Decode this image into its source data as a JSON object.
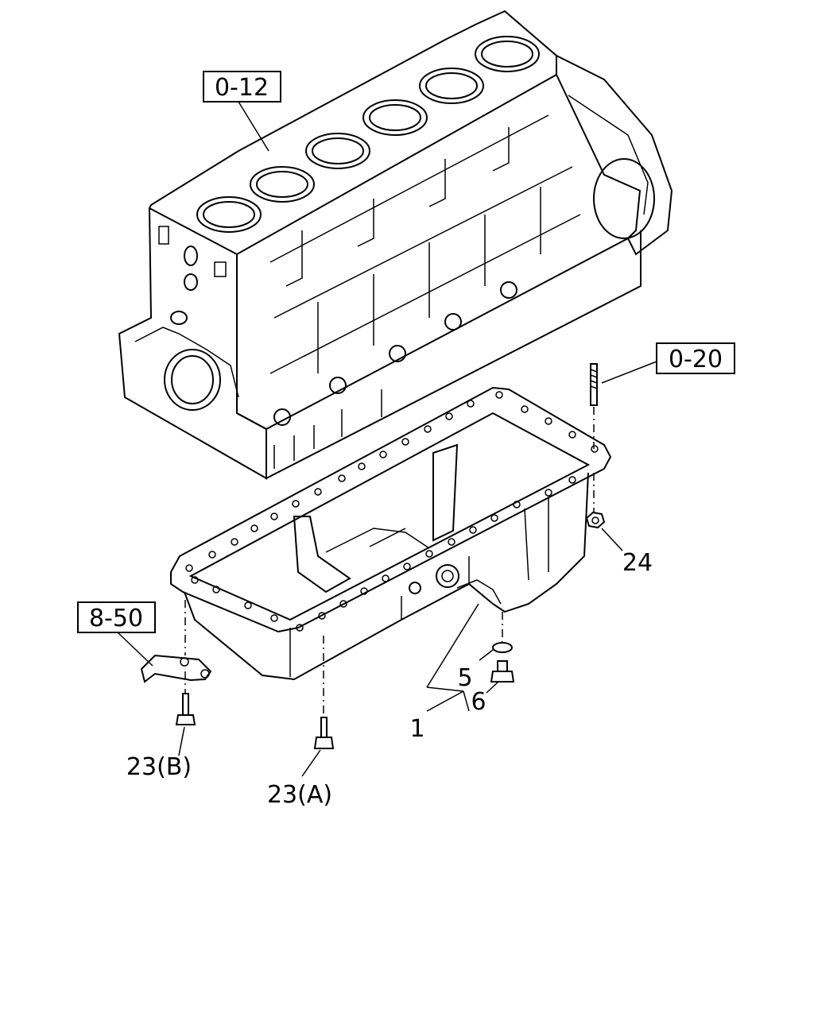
{
  "references": {
    "block": "0-12",
    "stud": "0-20",
    "bracket": "8-50"
  },
  "callouts": {
    "pan": "1",
    "gasket": "5",
    "drain_plug": "6",
    "bolt_a": "23(A)",
    "bolt_b": "23(B)",
    "nut": "24"
  }
}
